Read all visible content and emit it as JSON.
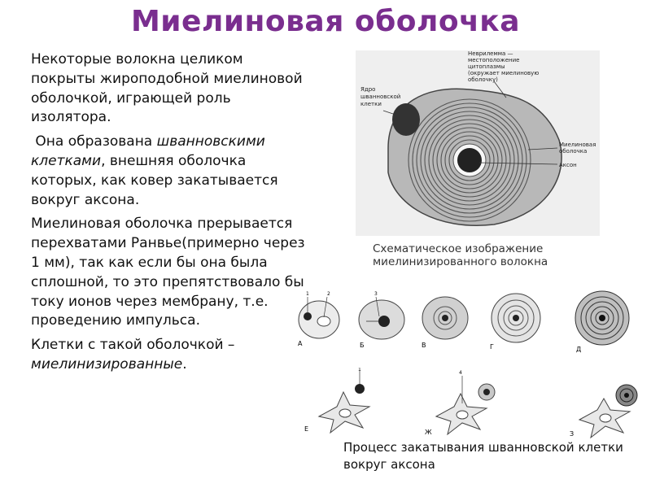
{
  "title": "Миелиновая оболочка",
  "paragraphs": {
    "p1": "Некоторые волокна целиком покрыты жироподобной миелиновой оболочкой, играющей роль изолятора.",
    "p2_prefix": "Она образована ",
    "p2_em": "шванновскими клетками",
    "p2_suffix": ", внешняя оболочка которых, как ковер закатывается вокруг аксона.",
    "p3": "Миелиновая оболочка прерывается перехватами Ранвье(примерно через 1 мм), так как если бы она была сплошной, то это препятствовало бы току ионов через мембрану, т.е. проведению импульса.",
    "p4_prefix": "Клетки с такой оболочкой – ",
    "p4_em": "миелинизированные",
    "p4_suffix": "."
  },
  "figure_top": {
    "label_nucleus": [
      "Ядро",
      "шванновской",
      "клетки"
    ],
    "label_neurilemma": [
      "Неврилемма —",
      "местоположение",
      "цитоплазмы",
      "(окружает миелиновую",
      "оболочку)"
    ],
    "label_myelin": [
      "Миелиновая",
      "оболочка"
    ],
    "label_axon": "Аксон",
    "caption": "Схематическое изображение миелинизированного волокна"
  },
  "figure_stages": {
    "stage_labels": [
      "А",
      "Б",
      "В",
      "Г",
      "Д"
    ],
    "cell_labels": [
      "Е",
      "Ж",
      "З"
    ],
    "numbers": [
      "1",
      "2",
      "3",
      "1",
      "4"
    ],
    "caption": "Процесс закатывания шванновской клетки вокруг аксона"
  },
  "colors": {
    "title": "#7a2e8f"
  }
}
